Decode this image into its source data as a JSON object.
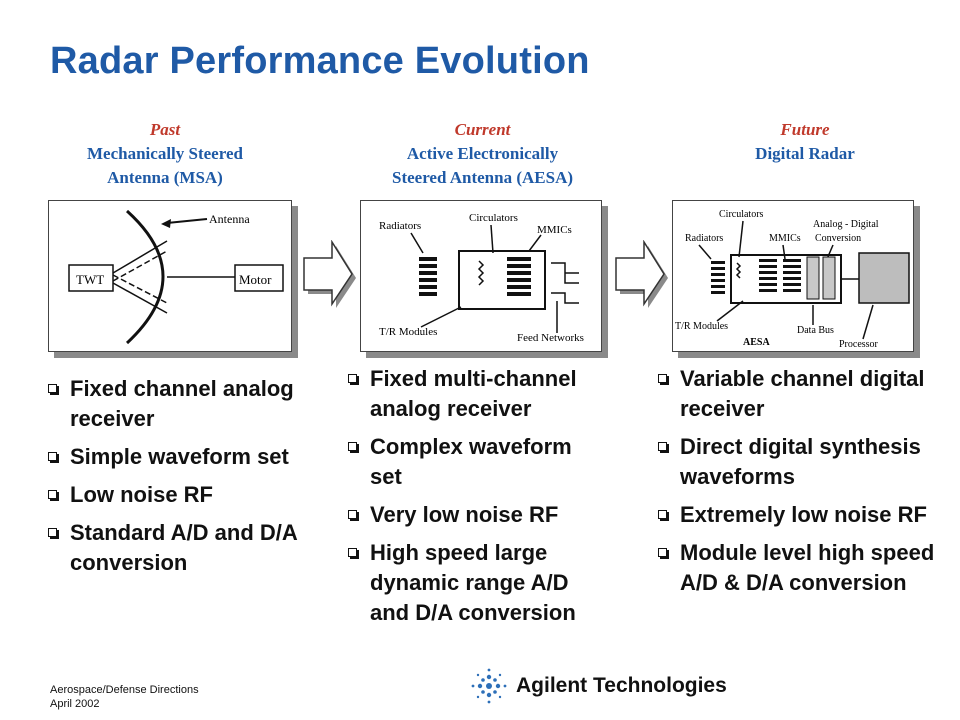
{
  "slide": {
    "title": "Radar Performance Evolution"
  },
  "columns": [
    {
      "era": "Past",
      "heading_lines": [
        "Mechanically Steered",
        "Antenna (MSA)"
      ],
      "diagram_labels": {
        "antenna": "Antenna",
        "twt": "TWT",
        "motor": "Motor"
      },
      "bullets": [
        "Fixed channel analog receiver",
        "Simple waveform set",
        "Low noise RF",
        "Standard A/D and D/A conversion"
      ]
    },
    {
      "era": "Current",
      "heading_lines": [
        "Active Electronically",
        "Steered Antenna (AESA)"
      ],
      "diagram_labels": {
        "radiators": "Radiators",
        "circulators": "Circulators",
        "mmics": "MMICs",
        "tr_modules": "T/R Modules",
        "feed_networks": "Feed Networks"
      },
      "bullets": [
        "Fixed multi-channel analog receiver",
        "Complex waveform set",
        "Very low noise RF",
        "High speed large dynamic range A/D and D/A conversion"
      ]
    },
    {
      "era": "Future",
      "heading_lines": [
        "Digital Radar"
      ],
      "diagram_labels": {
        "circulators": "Circulators",
        "analog_digital": "Analog - Digital",
        "conversion": "Conversion",
        "radiators": "Radiators",
        "mmics": "MMICs",
        "tr_modules": "T/R Modules",
        "data_bus": "Data Bus",
        "processor": "Processor",
        "aesa": "AESA"
      },
      "bullets": [
        "Variable channel digital receiver",
        "Direct digital synthesis waveforms",
        "Extremely low noise RF",
        "Module level  high speed A/D & D/A conversion"
      ]
    }
  ],
  "footer": {
    "line1": "Aerospace/Defense Directions",
    "line2": "April 2002"
  },
  "logo": {
    "text": "Agilent Technologies"
  },
  "colors": {
    "title": "#1f5aa6",
    "era": "#c0392b",
    "heading": "#1f5aa6"
  }
}
